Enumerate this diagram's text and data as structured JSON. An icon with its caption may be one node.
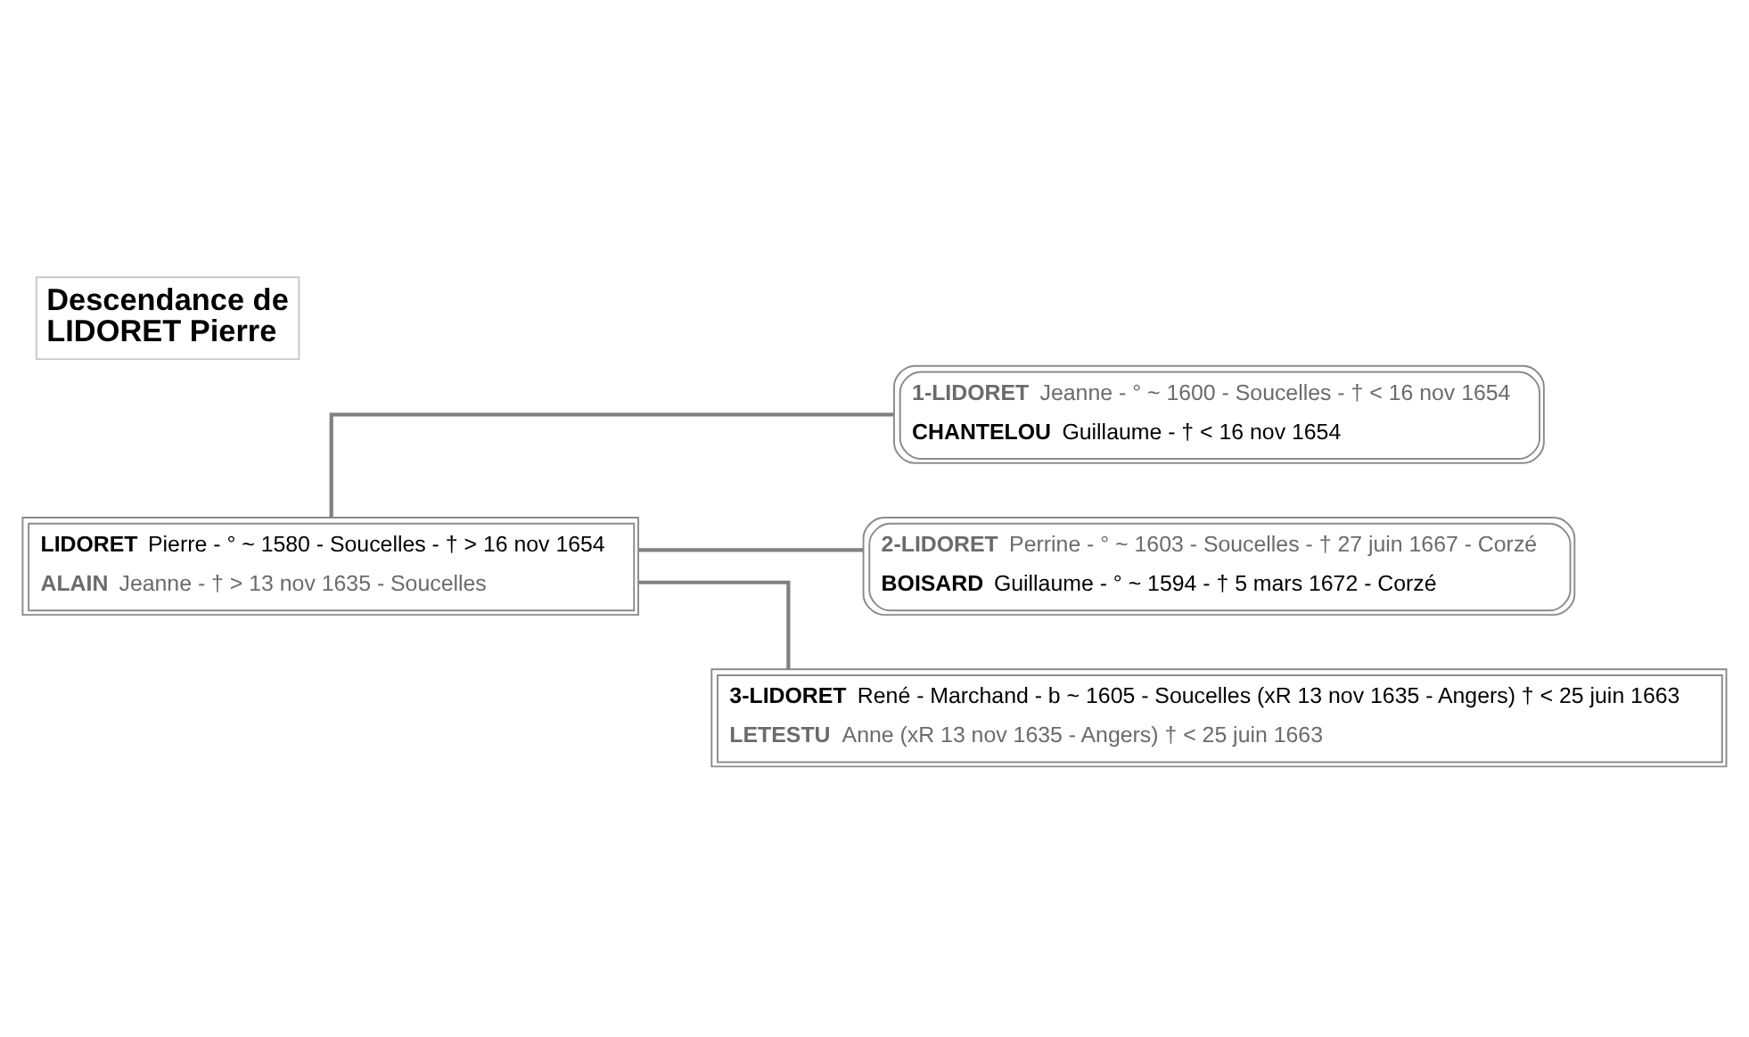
{
  "diagram": {
    "title": "Descendance de LIDORET Pierre",
    "nodes": [
      {
        "text": [
          "LIDORET Pierre - ° ~ 1580 - Soucelles - † > 16 nov 1654",
          "ALAIN Jeanne - † > 13 nov 1635 - Soucelles"
        ]
      },
      {
        "text": [
          "1-LIDORET Jeanne - ° ~ 1600 - Soucelles - † < 16 nov 1654",
          "CHANTELOU Guillaume - † < 16 nov 1654"
        ]
      },
      {
        "text": [
          "2-LIDORET Perrine - ° ~ 1603 - Soucelles - † 27 juin 1667 - Corzé",
          "BOISARD Guillaume - ° ~ 1594 - † 5 mars 1672 - Corzé"
        ]
      },
      {
        "text": [
          "3-LIDORET René - Marchand - b ~ 1605 - Soucelles (xR 13 nov 1635 - Angers) † < 25 juin 1663",
          "LETESTU Anne (xR 13 nov 1635 - Angers) † < 25 juin 1663"
        ]
      }
    ],
    "edges": [
      {
        "from": 0,
        "to": 1,
        "arrow": "none"
      },
      {
        "from": 0,
        "to": 2,
        "arrow": "none"
      },
      {
        "from": 0,
        "to": 3,
        "arrow": "none"
      }
    ]
  }
}
